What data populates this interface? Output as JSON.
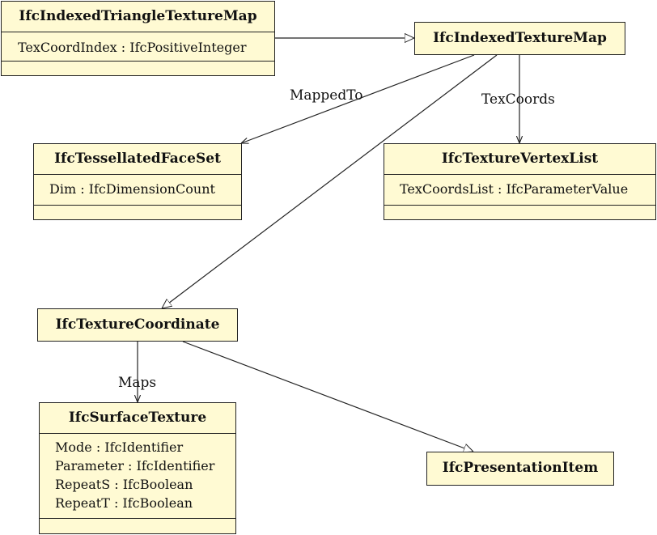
{
  "classes": {
    "indexed_triangle_texture_map": {
      "name": "IfcIndexedTriangleTextureMap",
      "attributes": [
        "TexCoordIndex : IfcPositiveInteger"
      ]
    },
    "indexed_texture_map": {
      "name": "IfcIndexedTextureMap"
    },
    "tessellated_face_set": {
      "name": "IfcTessellatedFaceSet",
      "attributes": [
        "Dim : IfcDimensionCount"
      ]
    },
    "texture_vertex_list": {
      "name": "IfcTextureVertexList",
      "attributes": [
        "TexCoordsList : IfcParameterValue"
      ]
    },
    "texture_coordinate": {
      "name": "IfcTextureCoordinate"
    },
    "surface_texture": {
      "name": "IfcSurfaceTexture",
      "attributes": [
        "Mode : IfcIdentifier",
        "Parameter : IfcIdentifier",
        "RepeatS : IfcBoolean",
        "RepeatT : IfcBoolean"
      ]
    },
    "presentation_item": {
      "name": "IfcPresentationItem"
    }
  },
  "links": {
    "mapped_to": "MappedTo",
    "tex_coords": "TexCoords",
    "maps": "Maps"
  }
}
